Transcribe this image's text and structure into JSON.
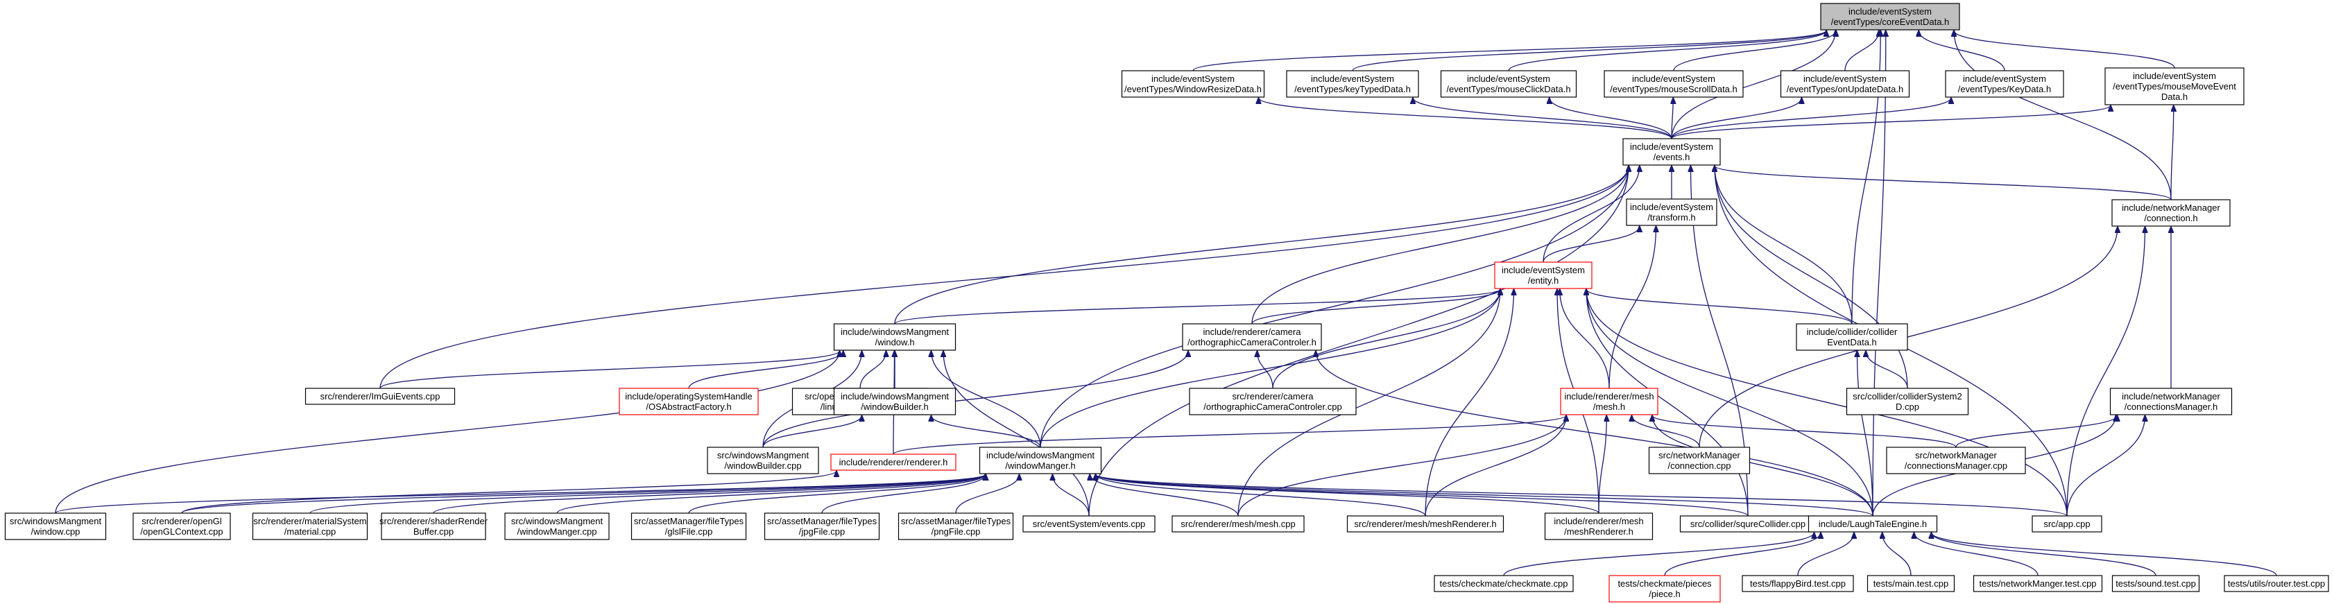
{
  "nodes": [
    {
      "id": "core",
      "lines": [
        "include/eventSystem",
        "/eventTypes/coreEventData.h"
      ],
      "style": "root"
    },
    {
      "id": "wresize",
      "lines": [
        "include/eventSystem",
        "/eventTypes/WindowResizeData.h"
      ],
      "style": "normal"
    },
    {
      "id": "keytyped",
      "lines": [
        "include/eventSystem",
        "/eventTypes/keyTypedData.h"
      ],
      "style": "normal"
    },
    {
      "id": "mclick",
      "lines": [
        "include/eventSystem",
        "/eventTypes/mouseClickData.h"
      ],
      "style": "normal"
    },
    {
      "id": "mscroll",
      "lines": [
        "include/eventSystem",
        "/eventTypes/mouseScrollData.h"
      ],
      "style": "normal"
    },
    {
      "id": "onupdate",
      "lines": [
        "include/eventSystem",
        "/eventTypes/onUpdateData.h"
      ],
      "style": "normal"
    },
    {
      "id": "keydata",
      "lines": [
        "include/eventSystem",
        "/eventTypes/KeyData.h"
      ],
      "style": "normal"
    },
    {
      "id": "mmove",
      "lines": [
        "include/eventSystem",
        "/eventTypes/mouseMoveEvent",
        "Data.h"
      ],
      "style": "normal"
    },
    {
      "id": "events",
      "lines": [
        "include/eventSystem",
        "/events.h"
      ],
      "style": "normal"
    },
    {
      "id": "transform",
      "lines": [
        "include/eventSystem",
        "/transform.h"
      ],
      "style": "normal"
    },
    {
      "id": "connection",
      "lines": [
        "include/networkManager",
        "/connection.h"
      ],
      "style": "normal"
    },
    {
      "id": "entity",
      "lines": [
        "include/eventSystem",
        "/entity.h"
      ],
      "style": "red"
    },
    {
      "id": "window",
      "lines": [
        "include/windowsMangment",
        "/window.h"
      ],
      "style": "normal"
    },
    {
      "id": "orthoh",
      "lines": [
        "include/renderer/camera",
        "/orthographicCameraControler.h"
      ],
      "style": "normal"
    },
    {
      "id": "colliderev",
      "lines": [
        "include/collider/collider",
        "EventData.h"
      ],
      "style": "normal"
    },
    {
      "id": "imgui",
      "lines": [
        "src/renderer/ImGuiEvents.cpp"
      ],
      "style": "normal"
    },
    {
      "id": "osfactory",
      "lines": [
        "include/operatingSystemHandle",
        "/OSAbstractFactory.h"
      ],
      "style": "red"
    },
    {
      "id": "linuxinput",
      "lines": [
        "src/operatingSystemHandle",
        "/linux/linuxInput.cpp"
      ],
      "style": "normal"
    },
    {
      "id": "wbuilder",
      "lines": [
        "include/windowsMangment",
        "/windowBuilder.h"
      ],
      "style": "normal"
    },
    {
      "id": "orthocpp",
      "lines": [
        "src/renderer/camera",
        "/orthographicCameraControler.cpp"
      ],
      "style": "normal"
    },
    {
      "id": "meshh",
      "lines": [
        "include/renderer/mesh",
        "/mesh.h"
      ],
      "style": "red"
    },
    {
      "id": "collsys",
      "lines": [
        "src/collider/colliderSystem2",
        "D.cpp"
      ],
      "style": "normal"
    },
    {
      "id": "connmgr",
      "lines": [
        "include/networkManager",
        "/connectionsManager.h"
      ],
      "style": "normal"
    },
    {
      "id": "wbuildercpp",
      "lines": [
        "src/windowsMangment",
        "/windowBuilder.cpp"
      ],
      "style": "normal"
    },
    {
      "id": "rendererh",
      "lines": [
        "include/renderer/renderer.h"
      ],
      "style": "red"
    },
    {
      "id": "wmanger",
      "lines": [
        "include/windowsMangment",
        "/windowManger.h"
      ],
      "style": "normal"
    },
    {
      "id": "conncpp",
      "lines": [
        "src/networkManager",
        "/connection.cpp"
      ],
      "style": "normal"
    },
    {
      "id": "connmgrcpp",
      "lines": [
        "src/networkManager",
        "/connectionsManager.cpp"
      ],
      "style": "normal"
    },
    {
      "id": "windowcpp",
      "lines": [
        "src/windowsMangment",
        "/window.cpp"
      ],
      "style": "normal"
    },
    {
      "id": "openglctx",
      "lines": [
        "src/renderer/openGl",
        "/openGLContext.cpp"
      ],
      "style": "normal"
    },
    {
      "id": "material",
      "lines": [
        "src/renderer/materialSystem",
        "/material.cpp"
      ],
      "style": "normal"
    },
    {
      "id": "shaderbuf",
      "lines": [
        "src/renderer/shaderRender",
        "Buffer.cpp"
      ],
      "style": "normal"
    },
    {
      "id": "wmangercpp",
      "lines": [
        "src/windowsMangment",
        "/windowManger.cpp"
      ],
      "style": "normal"
    },
    {
      "id": "glslfile",
      "lines": [
        "src/assetManager/fileTypes",
        "/glslFile.cpp"
      ],
      "style": "normal"
    },
    {
      "id": "jpgfile",
      "lines": [
        "src/assetManager/fileTypes",
        "/jpgFile.cpp"
      ],
      "style": "normal"
    },
    {
      "id": "pngfile",
      "lines": [
        "src/assetManager/fileTypes",
        "/pngFile.cpp"
      ],
      "style": "normal"
    },
    {
      "id": "eventscpp",
      "lines": [
        "src/eventSystem/events.cpp"
      ],
      "style": "normal"
    },
    {
      "id": "meshcpp",
      "lines": [
        "src/renderer/mesh/mesh.cpp"
      ],
      "style": "normal"
    },
    {
      "id": "meshrendcpp",
      "lines": [
        "src/renderer/mesh/meshRenderer.h"
      ],
      "style": "normal"
    },
    {
      "id": "meshrendh",
      "lines": [
        "include/renderer/mesh",
        "/meshRenderer.h"
      ],
      "style": "normal"
    },
    {
      "id": "squre",
      "lines": [
        "src/collider/squreCollider.cpp"
      ],
      "style": "normal"
    },
    {
      "id": "laugh",
      "lines": [
        "include/LaughTaleEngine.h"
      ],
      "style": "normal"
    },
    {
      "id": "appcpp",
      "lines": [
        "src/app.cpp"
      ],
      "style": "normal"
    },
    {
      "id": "checkmate",
      "lines": [
        "tests/checkmate/checkmate.cpp"
      ],
      "style": "normal"
    },
    {
      "id": "piece",
      "lines": [
        "tests/checkmate/pieces",
        "/piece.h"
      ],
      "style": "red"
    },
    {
      "id": "flappy",
      "lines": [
        "tests/flappyBird.test.cpp"
      ],
      "style": "normal"
    },
    {
      "id": "maintest",
      "lines": [
        "tests/main.test.cpp"
      ],
      "style": "normal"
    },
    {
      "id": "nettest",
      "lines": [
        "tests/networkManger.test.cpp"
      ],
      "style": "normal"
    },
    {
      "id": "soundtest",
      "lines": [
        "tests/sound.test.cpp"
      ],
      "style": "normal"
    },
    {
      "id": "routertest",
      "lines": [
        "tests/utils/router.test.cpp"
      ],
      "style": "normal"
    }
  ],
  "edges": [
    [
      "wresize",
      "core"
    ],
    [
      "keytyped",
      "core"
    ],
    [
      "mclick",
      "core"
    ],
    [
      "mscroll",
      "core"
    ],
    [
      "onupdate",
      "core"
    ],
    [
      "keydata",
      "core"
    ],
    [
      "mmove",
      "core"
    ],
    [
      "events",
      "core"
    ],
    [
      "connection",
      "core"
    ],
    [
      "colliderev",
      "core"
    ],
    [
      "laugh",
      "core"
    ],
    [
      "events",
      "wresize"
    ],
    [
      "events",
      "keytyped"
    ],
    [
      "events",
      "mclick"
    ],
    [
      "events",
      "mscroll"
    ],
    [
      "events",
      "onupdate"
    ],
    [
      "events",
      "keydata"
    ],
    [
      "events",
      "mmove"
    ],
    [
      "connection",
      "mmove"
    ],
    [
      "transform",
      "events"
    ],
    [
      "entity",
      "events"
    ],
    [
      "connection",
      "events"
    ],
    [
      "window",
      "events"
    ],
    [
      "orthoh",
      "events"
    ],
    [
      "imgui",
      "events"
    ],
    [
      "wmanger",
      "events"
    ],
    [
      "eventscpp",
      "events"
    ],
    [
      "squre",
      "events"
    ],
    [
      "collsys",
      "events"
    ],
    [
      "appcpp",
      "events"
    ],
    [
      "colliderev",
      "events"
    ],
    [
      "entity",
      "transform"
    ],
    [
      "meshh",
      "transform"
    ],
    [
      "conncpp",
      "connection"
    ],
    [
      "connmgr",
      "connection"
    ],
    [
      "appcpp",
      "connection"
    ],
    [
      "window",
      "entity"
    ],
    [
      "orthoh",
      "entity"
    ],
    [
      "colliderev",
      "entity"
    ],
    [
      "meshh",
      "entity"
    ],
    [
      "orthocpp",
      "entity"
    ],
    [
      "wmanger",
      "entity"
    ],
    [
      "meshcpp",
      "entity"
    ],
    [
      "meshrendcpp",
      "entity"
    ],
    [
      "meshrendh",
      "entity"
    ],
    [
      "squre",
      "entity"
    ],
    [
      "laugh",
      "entity"
    ],
    [
      "appcpp",
      "entity"
    ],
    [
      "imgui",
      "window"
    ],
    [
      "osfactory",
      "window"
    ],
    [
      "linuxinput",
      "window"
    ],
    [
      "wbuilder",
      "window"
    ],
    [
      "wbuildercpp",
      "window"
    ],
    [
      "rendererh",
      "window"
    ],
    [
      "wmanger",
      "window"
    ],
    [
      "windowcpp",
      "window"
    ],
    [
      "eventscpp",
      "window"
    ],
    [
      "orthocpp",
      "orthoh"
    ],
    [
      "wbuildercpp",
      "orthoh"
    ],
    [
      "laugh",
      "orthoh"
    ],
    [
      "collsys",
      "colliderev"
    ],
    [
      "laugh",
      "colliderev"
    ],
    [
      "wbuildercpp",
      "wbuilder"
    ],
    [
      "wmanger",
      "wbuilder"
    ],
    [
      "rendererh",
      "meshh"
    ],
    [
      "conncpp",
      "meshh"
    ],
    [
      "connmgrcpp",
      "meshh"
    ],
    [
      "meshcpp",
      "meshh"
    ],
    [
      "meshrendcpp",
      "meshh"
    ],
    [
      "meshrendh",
      "meshh"
    ],
    [
      "laugh",
      "meshh"
    ],
    [
      "connmgrcpp",
      "connmgr"
    ],
    [
      "laugh",
      "connmgr"
    ],
    [
      "appcpp",
      "connmgr"
    ],
    [
      "windowcpp",
      "wmanger"
    ],
    [
      "openglctx",
      "wmanger"
    ],
    [
      "material",
      "wmanger"
    ],
    [
      "shaderbuf",
      "wmanger"
    ],
    [
      "wmangercpp",
      "wmanger"
    ],
    [
      "glslfile",
      "wmanger"
    ],
    [
      "jpgfile",
      "wmanger"
    ],
    [
      "pngfile",
      "wmanger"
    ],
    [
      "eventscpp",
      "wmanger"
    ],
    [
      "meshcpp",
      "wmanger"
    ],
    [
      "meshrendcpp",
      "wmanger"
    ],
    [
      "meshrendh",
      "wmanger"
    ],
    [
      "squre",
      "wmanger"
    ],
    [
      "laugh",
      "wmanger"
    ],
    [
      "appcpp",
      "wmanger"
    ],
    [
      "openglctx",
      "rendererh"
    ],
    [
      "checkmate",
      "laugh"
    ],
    [
      "piece",
      "laugh"
    ],
    [
      "flappy",
      "laugh"
    ],
    [
      "maintest",
      "laugh"
    ],
    [
      "nettest",
      "laugh"
    ],
    [
      "soundtest",
      "laugh"
    ],
    [
      "routertest",
      "laugh"
    ]
  ]
}
